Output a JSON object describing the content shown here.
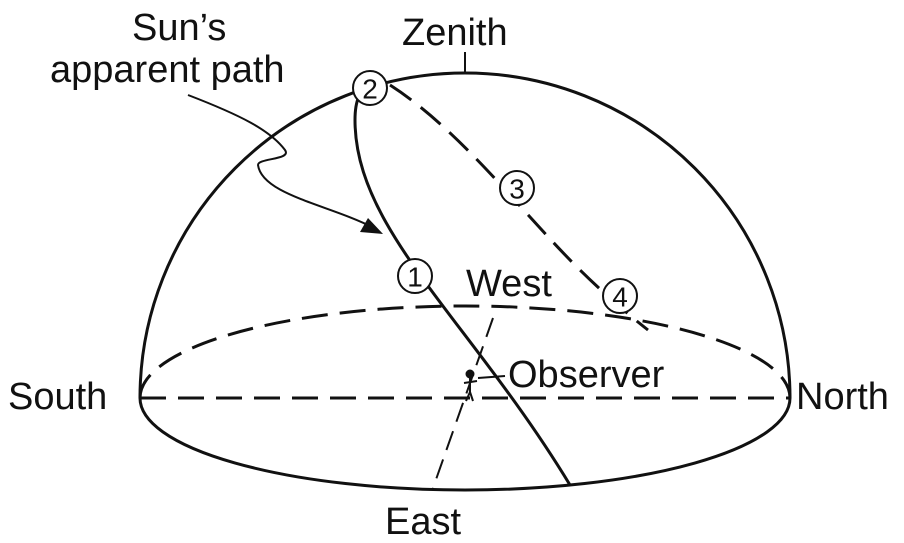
{
  "labels": {
    "sun_path_line1": "Sun’s",
    "sun_path_line2": "apparent path",
    "zenith": "Zenith",
    "west": "West",
    "observer": "Observer",
    "south": "South",
    "north": "North",
    "east": "East"
  },
  "positions": [
    {
      "number": "1"
    },
    {
      "number": "2"
    },
    {
      "number": "3"
    },
    {
      "number": "4"
    }
  ]
}
